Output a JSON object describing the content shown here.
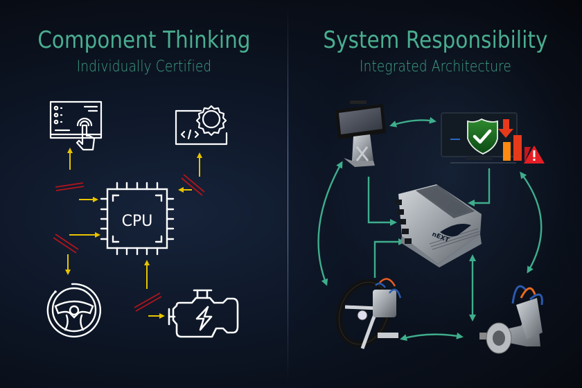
{
  "left_panel": {
    "title": "Component Thinking",
    "subtitle": "Individually Certified",
    "center_component": {
      "label": "CPU",
      "icon": "cpu-chip-icon"
    },
    "components": [
      {
        "name": "touch-display",
        "icon": "touchscreen-hand-icon"
      },
      {
        "name": "software",
        "icon": "code-gear-icon"
      },
      {
        "name": "steering-wheel",
        "icon": "steering-wheel-icon"
      },
      {
        "name": "engine",
        "icon": "engine-lightning-icon"
      }
    ],
    "connector_style": {
      "arrow_color": "#e8c400",
      "broken_link_color": "#b3141b"
    }
  },
  "right_panel": {
    "title": "System Responsibility",
    "subtitle": "Integrated Architecture",
    "center_component": {
      "label": "nEXT",
      "icon": "control-unit-icon"
    },
    "components": [
      {
        "name": "touch-display-stand",
        "icon": "display-stand-icon"
      },
      {
        "name": "security-monitor",
        "icon": "shield-check-monitor-icon"
      },
      {
        "name": "steering-wheel-actuator",
        "icon": "steering-actuator-icon"
      },
      {
        "name": "electric-motor",
        "icon": "electric-motor-icon"
      }
    ],
    "connector_style": {
      "arrow_color": "#3fae8c"
    }
  },
  "colors": {
    "title": "#4aae90",
    "background": "#0b1220",
    "divider": "#7a8cb4"
  }
}
